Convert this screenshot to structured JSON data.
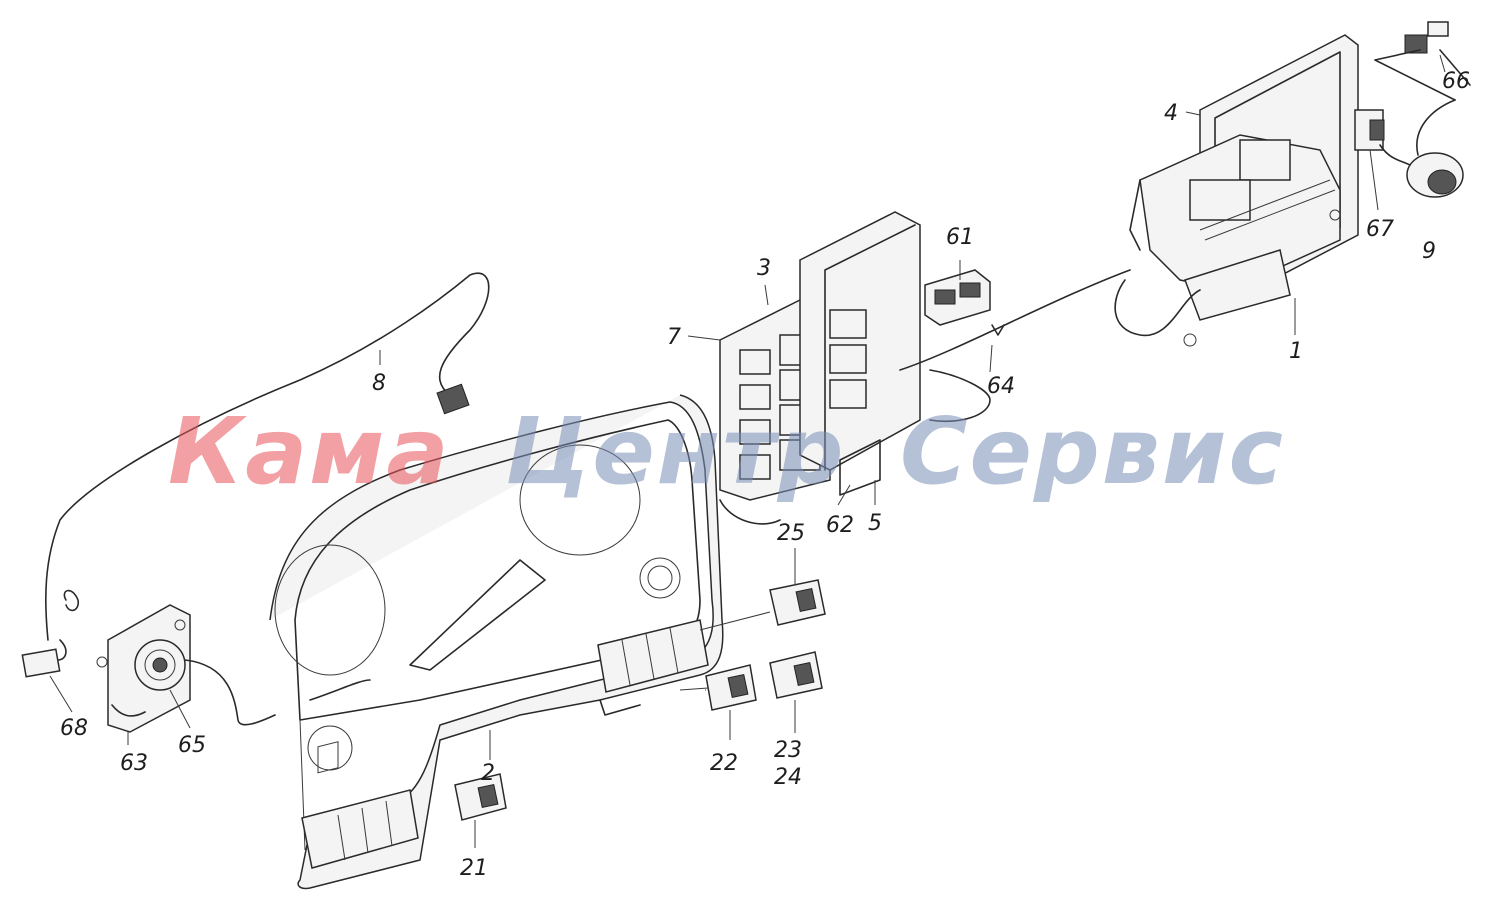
{
  "watermark": {
    "part1": "Кама",
    "part2": "Центр",
    "part3": "Сервис",
    "color_red": "#e8545a",
    "color_blue": "#7a8fb8"
  },
  "callouts": [
    {
      "id": "1",
      "text": "1"
    },
    {
      "id": "3",
      "text": "3"
    },
    {
      "id": "4",
      "text": "4"
    },
    {
      "id": "5",
      "text": "5"
    },
    {
      "id": "7",
      "text": "7"
    },
    {
      "id": "8",
      "text": "8"
    },
    {
      "id": "9",
      "text": "9"
    },
    {
      "id": "21",
      "text": "21"
    },
    {
      "id": "22",
      "text": "22"
    },
    {
      "id": "23",
      "text": "23"
    },
    {
      "id": "24",
      "text": "24"
    },
    {
      "id": "25",
      "text": "25"
    },
    {
      "id": "61",
      "text": "61"
    },
    {
      "id": "62",
      "text": "62"
    },
    {
      "id": "63",
      "text": "63"
    },
    {
      "id": "64",
      "text": "64"
    },
    {
      "id": "65",
      "text": "65"
    },
    {
      "id": "66",
      "text": "66"
    },
    {
      "id": "67",
      "text": "67"
    },
    {
      "id": "68",
      "text": "68"
    }
  ]
}
